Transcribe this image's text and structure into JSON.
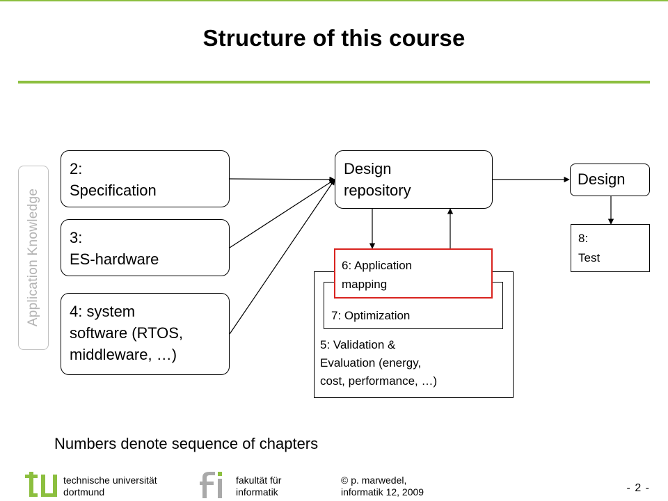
{
  "slide": {
    "title": "Structure of this course",
    "footnote": "Numbers denote sequence of chapters"
  },
  "side_label": "Application Knowledge",
  "chapters": {
    "specification": [
      "2:",
      "Specification"
    ],
    "es_hardware": [
      "3:",
      "ES-hardware"
    ],
    "system_software": [
      "4: system",
      "software (RTOS,",
      "middleware, …)"
    ],
    "design_repository": [
      "Design",
      "repository"
    ],
    "design": "Design",
    "test": [
      "8:",
      "Test"
    ],
    "application_mapping": [
      "6: Application",
      "mapping"
    ],
    "optimization": "7: Optimization",
    "validation": [
      "5: Validation &",
      "Evaluation  (energy,",
      "cost, performance, …)"
    ]
  },
  "colors": {
    "accent_green": "#8cbf3f",
    "highlight_red": "#d9231f",
    "logo_gray": "#a9a9a9"
  },
  "footer": {
    "university": [
      "technische universität",
      "dortmund"
    ],
    "faculty": [
      "fakultät für",
      "informatik"
    ],
    "copyright": [
      "© p. marwedel,",
      "informatik 12,  2009"
    ],
    "page": "- 2 -"
  }
}
